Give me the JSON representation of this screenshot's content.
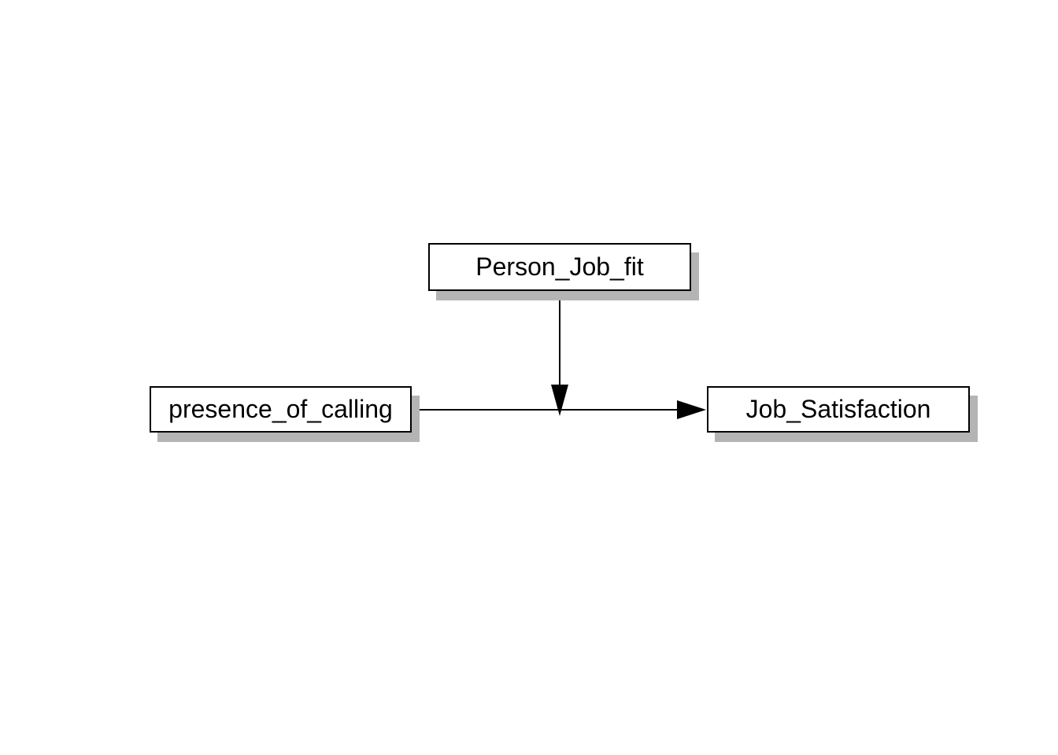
{
  "diagram": {
    "kind": "moderation-path-diagram",
    "background": "#ffffff",
    "nodes": [
      {
        "id": "person-job-fit",
        "label": "Person_Job_fit"
      },
      {
        "id": "presence-of-calling",
        "label": "presence_of_calling"
      },
      {
        "id": "job-satisfaction",
        "label": "Job_Satisfaction"
      }
    ],
    "edges": [
      {
        "id": "main-path",
        "from": "presence_of_calling",
        "to": "Job_Satisfaction",
        "style": "solid",
        "arrowhead": "filled-triangle"
      },
      {
        "id": "moderation-path",
        "from": "Person_Job_fit",
        "to": "main-path (midpoint of presence_of_calling → Job_Satisfaction)",
        "style": "solid",
        "arrowhead": "filled-triangle"
      }
    ],
    "colors": {
      "node_fill": "#ffffff",
      "node_border": "#000000",
      "node_shadow": "#b4b4b4",
      "edge_stroke": "#000000",
      "text": "#000000"
    }
  }
}
